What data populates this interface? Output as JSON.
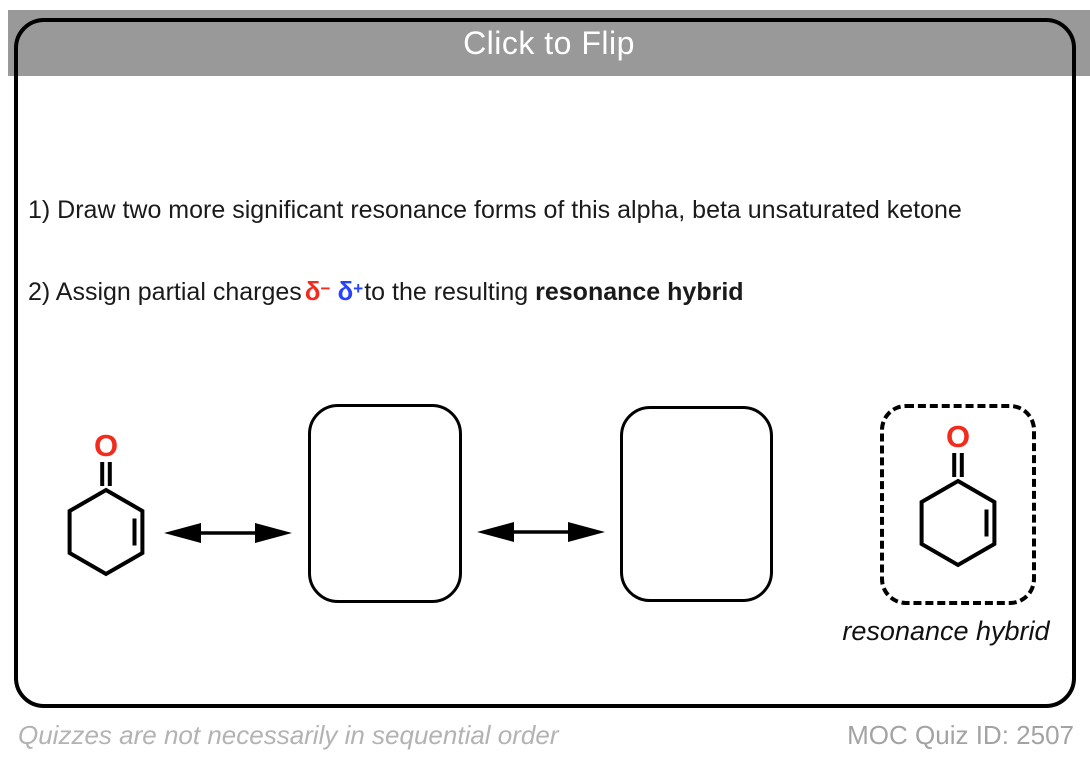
{
  "header": {
    "title": "Click to Flip",
    "bg_color": "#999999",
    "text_color": "#ffffff"
  },
  "questions": {
    "q1": "1) Draw two more significant resonance forms of this alpha, beta unsaturated ketone",
    "q2_prefix": "2) Assign partial charges",
    "q2_middle": "to the resulting ",
    "q2_bold": "resonance hybrid"
  },
  "charges": {
    "delta": "δ",
    "minus": "−",
    "plus": "+",
    "minus_color": "#f32b1c",
    "plus_color": "#2643ff"
  },
  "diagram": {
    "molecule": "cyclohexenone",
    "oxygen_label": "O",
    "oxygen_color": "#f32b1c",
    "arrow_icon": "resonance-double-headed-arrow",
    "hybrid_label": "resonance hybrid"
  },
  "footer": {
    "left_note": "Quizzes are not necessarily in sequential order",
    "right_id": "MOC Quiz ID: 2507"
  }
}
